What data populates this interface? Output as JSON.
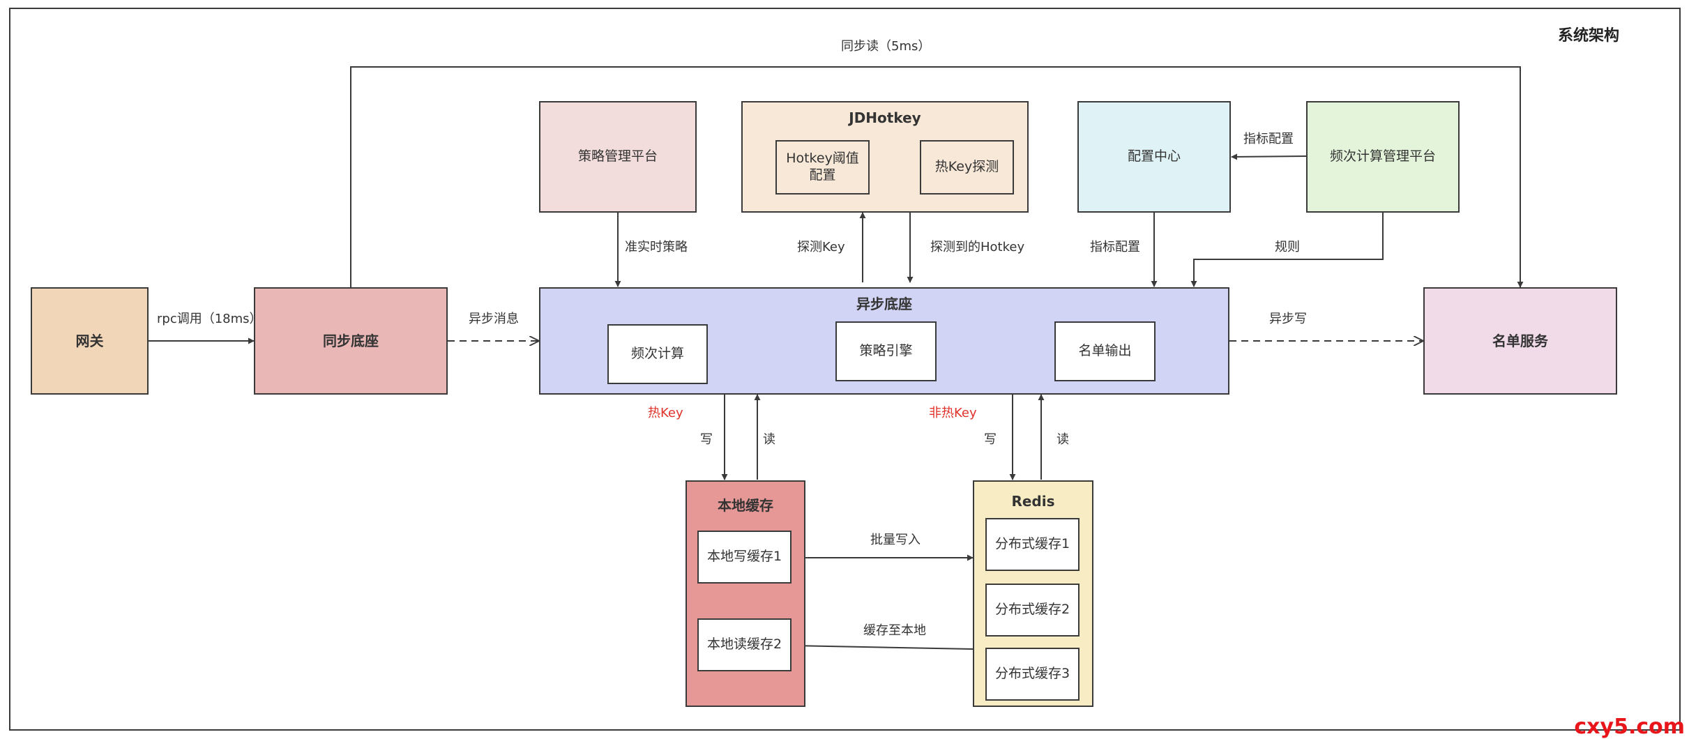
{
  "title": "系统架构",
  "nodes": {
    "gateway": "网关",
    "sync_base": "同步底座",
    "async_base": "异步底座",
    "freq_calc": "频次计算",
    "strategy_engine": "策略引擎",
    "list_output": "名单输出",
    "list_service": "名单服务",
    "strategy_platform": "策略管理平台",
    "jdhotkey": "JDHotkey",
    "hotkey_threshold_l1": "Hotkey阈值",
    "hotkey_threshold_l2": "配置",
    "hotkey_detect": "热Key探测",
    "config_center": "配置中心",
    "freq_platform": "频次计算管理平台",
    "local_cache": "本地缓存",
    "local_write": "本地写缓存1",
    "local_read": "本地读缓存2",
    "redis": "Redis",
    "dist1": "分布式缓存1",
    "dist2": "分布式缓存2",
    "dist3": "分布式缓存3"
  },
  "edges": {
    "sync_read": "同步读（5ms）",
    "rpc": "rpc调用（18ms）",
    "async_msg": "异步消息",
    "async_write": "异步写",
    "realtime_strategy": "准实时策略",
    "detect_key": "探测Key",
    "detected_hotkey": "探测到的Hotkey",
    "metric_config_1": "指标配置",
    "metric_config_2": "指标配置",
    "rules": "规则",
    "hot_key": "热Key",
    "non_hot_key": "非热Key",
    "write_1": "写",
    "read_1": "读",
    "write_2": "写",
    "read_2": "读",
    "batch_write": "批量写入",
    "cache_to_local": "缓存至本地"
  },
  "watermark": "cxy5.com",
  "colors": {
    "gateway": "#f2d6b8",
    "sync_base": "#e8b7b6",
    "async_base": "#d2d4f5",
    "list_service": "#f2dbe9",
    "strategy_platform": "#f2dcdc",
    "jdhotkey": "#f8e8d8",
    "config_center": "#dff3f6",
    "freq_platform": "#e4f4da",
    "local_cache": "#e59896",
    "redis": "#f7ecc3",
    "accent_red": "#e0322a"
  }
}
